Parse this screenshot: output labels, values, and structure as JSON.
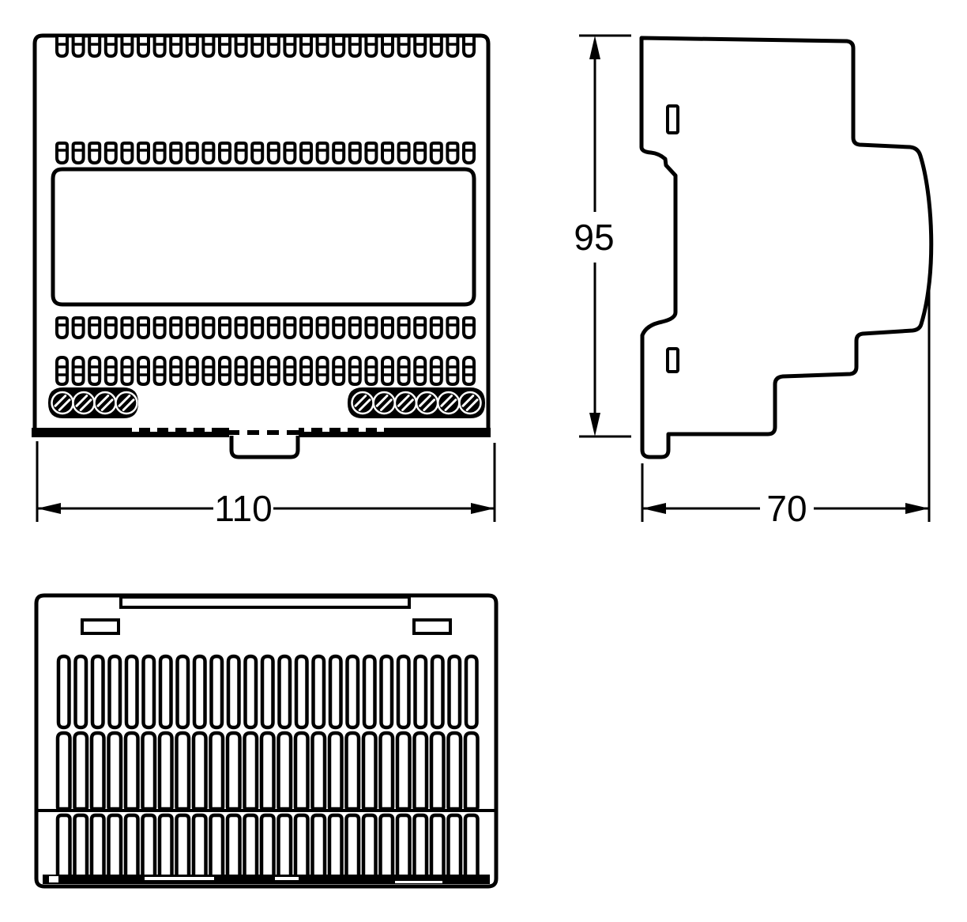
{
  "drawing": {
    "kind": "technical-dimension-drawing",
    "object": "DIN-rail enclosure (3 orthographic views)",
    "dimensions": {
      "front_width": {
        "label": "110"
      },
      "side_height": {
        "label": "95"
      },
      "side_depth": {
        "label": "70"
      }
    },
    "front_view": {
      "vent_rows": [
        {
          "name": "top-hanging-slots",
          "count": 26
        },
        {
          "name": "upper-slots",
          "count": 26
        },
        {
          "name": "mid-slots",
          "count": 26
        },
        {
          "name": "lower-triple-slots",
          "count": 26
        }
      ],
      "terminal_blocks": [
        {
          "side": "left",
          "screws": 4
        },
        {
          "side": "right",
          "screws": 6
        }
      ],
      "has_label_plate": true,
      "has_din_clip_tab": true
    },
    "side_view": {
      "latch_slots": 2,
      "has_mount_foot": true
    },
    "bottom_view": {
      "vent_rows": [
        {
          "name": "row-a",
          "count": 25
        },
        {
          "name": "row-b",
          "count": 25
        },
        {
          "name": "row-c",
          "count": 25
        }
      ],
      "feet": 2,
      "has_din_slot_bar": true
    }
  },
  "colors": {
    "ink": "#000000",
    "paper": "#ffffff"
  }
}
